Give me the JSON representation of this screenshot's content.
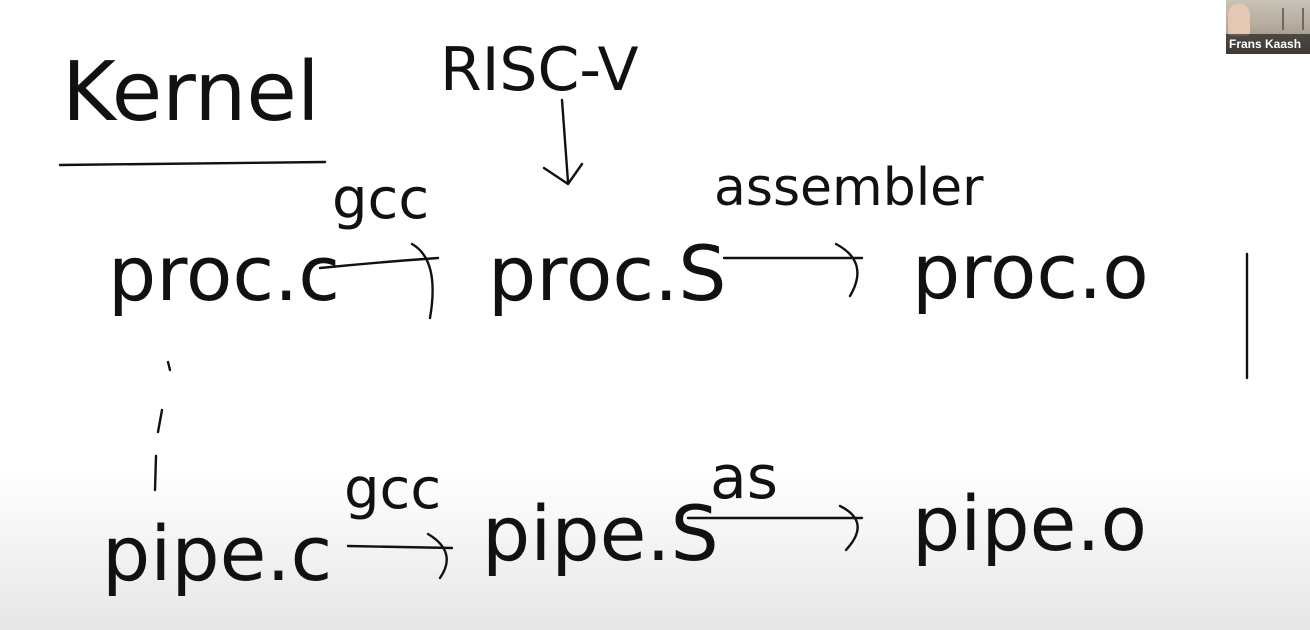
{
  "video": {
    "participant_name": "Frans Kaash"
  },
  "whiteboard": {
    "title": "Kernel",
    "arch_note": "RISC-V",
    "row1": {
      "source": "proc.c",
      "compile_label": "gcc",
      "asm_file": "proc.S",
      "assemble_label": "assembler",
      "object_file": "proc.o"
    },
    "row2": {
      "source": "pipe.c",
      "compile_label": "gcc",
      "asm_file": "pipe.S",
      "assemble_label": "as",
      "object_file": "pipe.o"
    }
  }
}
